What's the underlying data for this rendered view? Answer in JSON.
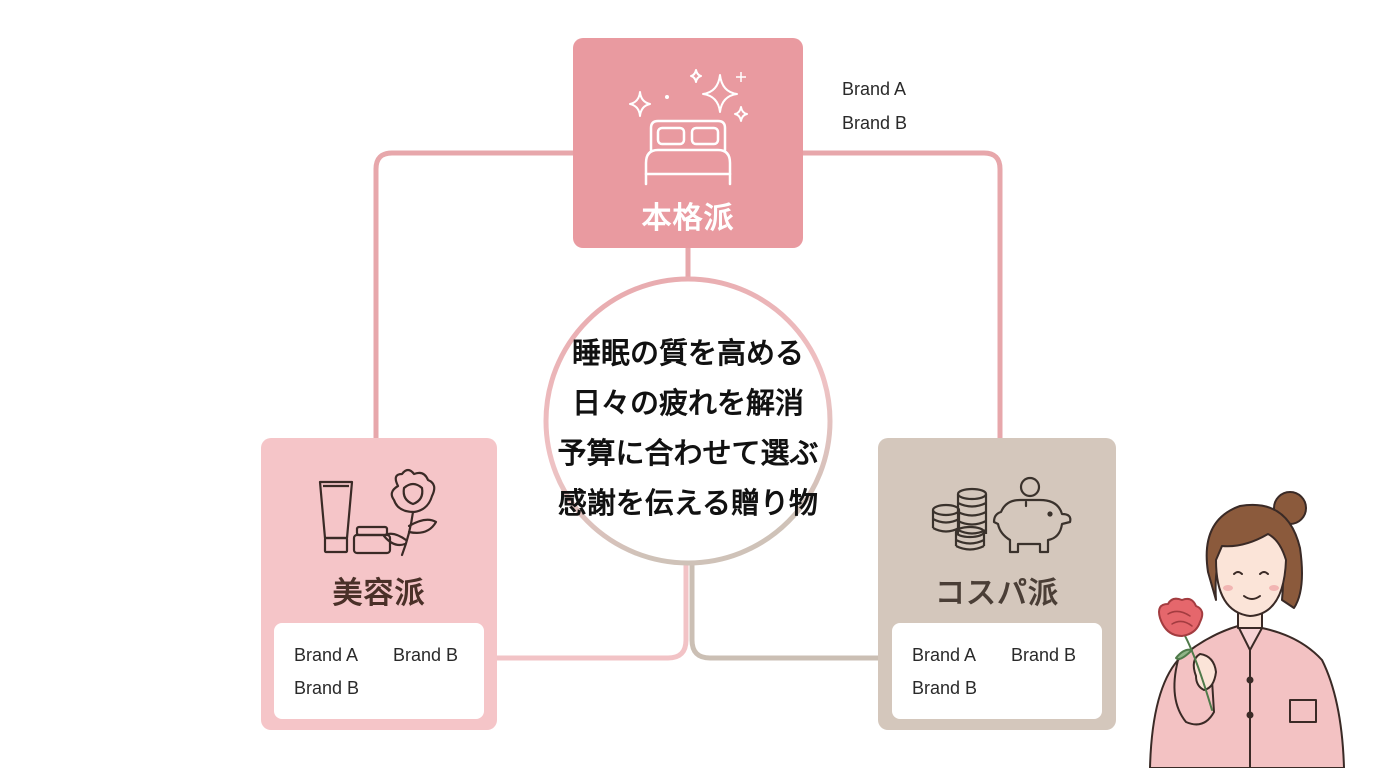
{
  "top_card": {
    "title": "本格派",
    "brands": [
      "Brand A",
      "Brand B"
    ],
    "color": "#e99aa0"
  },
  "left_card": {
    "title": "美容派",
    "brands": [
      "Brand A",
      "Brand B",
      "Brand B"
    ],
    "color": "#f5c5c8"
  },
  "right_card": {
    "title": "コスパ派",
    "brands": [
      "Brand A",
      "Brand B",
      "Brand B"
    ],
    "color": "#d4c7bc"
  },
  "center": {
    "lines": [
      "睡眠の質を高める",
      "日々の疲れを解消",
      "予算に合わせて選ぶ",
      "感謝を伝える贈り物"
    ]
  },
  "icons": {
    "top": [
      "sparkle-icon",
      "bed-icon"
    ],
    "left": [
      "cream-tube-icon",
      "cream-jar-icon",
      "flower-icon"
    ],
    "right": [
      "coin-stack-icon",
      "piggy-bank-icon"
    ],
    "figure": "woman-with-carnation-icon"
  },
  "colors": {
    "pink_line": "#e7a7ab",
    "beige_line": "#c9bdb2",
    "dark_text": "#111111"
  }
}
